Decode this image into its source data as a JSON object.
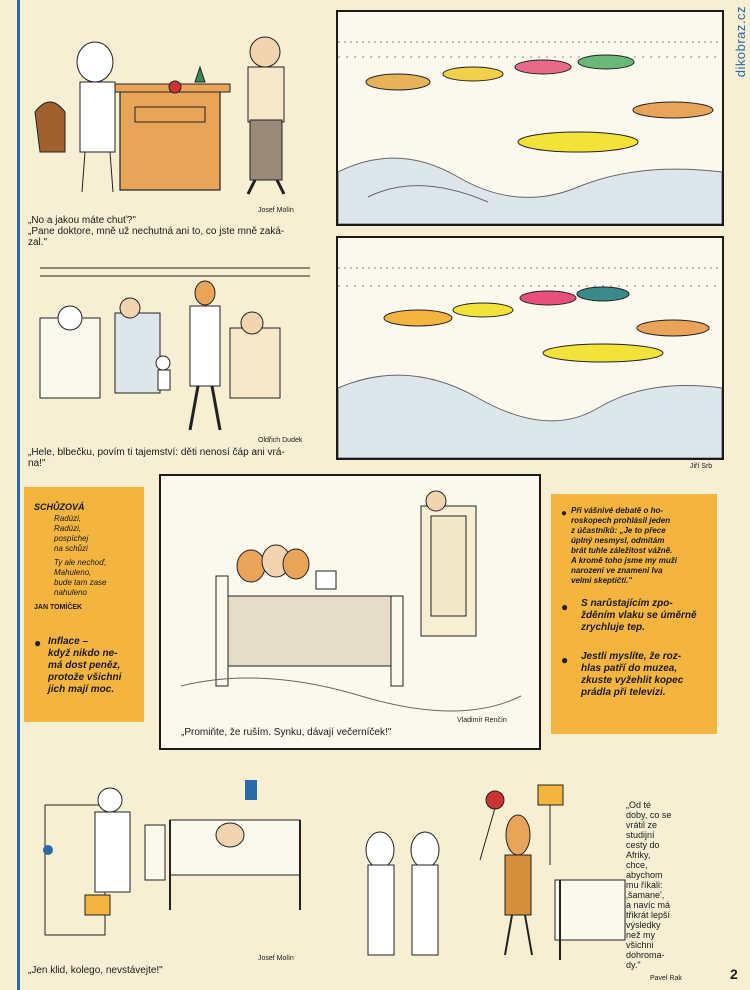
{
  "watermark": "dikobraz.cz",
  "page_number": "2",
  "cartoons": {
    "doctor": {
      "caption": "„No a jakou máte chuť?\"\n„Pane doktore, mně už nechutná ani to, co jste mně zaká-\nzal.\"",
      "artist": "Josef Molín"
    },
    "tram": {
      "caption": "„Hele, blbečku, povím ti tajemství: děti nenosí čáp ani vrá-\nna!\"",
      "artist": "Oldřich Dudek"
    },
    "traffic": {
      "artist": "Jiří Srb"
    },
    "bedroom": {
      "caption": "„Promiňte, že ruším. Synku, dávají večerníček!\"",
      "artist": "Vladimír Renčín"
    },
    "hospital": {
      "caption": "„Jen klid, kolego, nevstávejte!\"",
      "artist": "Josef Molín"
    },
    "shaman": {
      "caption": "„Od té\ndoby, co se\nvrátil ze\nstudijní\ncesty do\nAfriky,\nchce,\nabychom\nmu říkali:\n‚šamane',\na navíc má\ntřikrát lepší\nvýsledky\nnež my\nvšichni\ndohroma-\ndy.\"",
      "artist": "Pavel Rak"
    }
  },
  "left_box": {
    "title": "SCHŮZOVÁ",
    "poem": "Radúzi,\nRadúzi,\npospíchej\nna schůzi",
    "poem2": "Ty ale nechoď,\nMahuleno,\nbude tam zase\nnahuleno",
    "author": "JAN TOMÍČEK",
    "joke": "Inflace –\nkdyž nikdo ne-\nmá dost peněz,\nprotože všichni\njich mají moc."
  },
  "right_box": {
    "item1": "Při vášnivé debatě o ho-\nroskopech prohlásil jeden\nz účastníků: „Je to přece\núplný nesmysl, odmítám\nbrát tuhle záležitost vážně.\nA kromě toho jsme my muži\nnarození ve znamení lva\nvelmi skeptičtí.\"",
    "item2": "S narůstajícím zpo-\nžděním vlaku se úměrně\nzrychluje tep.",
    "item3": "Jestli myslíte, že roz-\nhlas patří do muzea,\nzkuste vyžehlit kopec\nprádla při televizi."
  },
  "colors": {
    "paper": "#f6efd3",
    "orange": "#f3b53f",
    "blue_rule": "#2a6aa8"
  },
  "icons": [
    "doctor-illustration",
    "tram-illustration",
    "traffic-jam-illustration",
    "bedroom-illustration",
    "hospital-illustration",
    "shaman-illustration"
  ]
}
